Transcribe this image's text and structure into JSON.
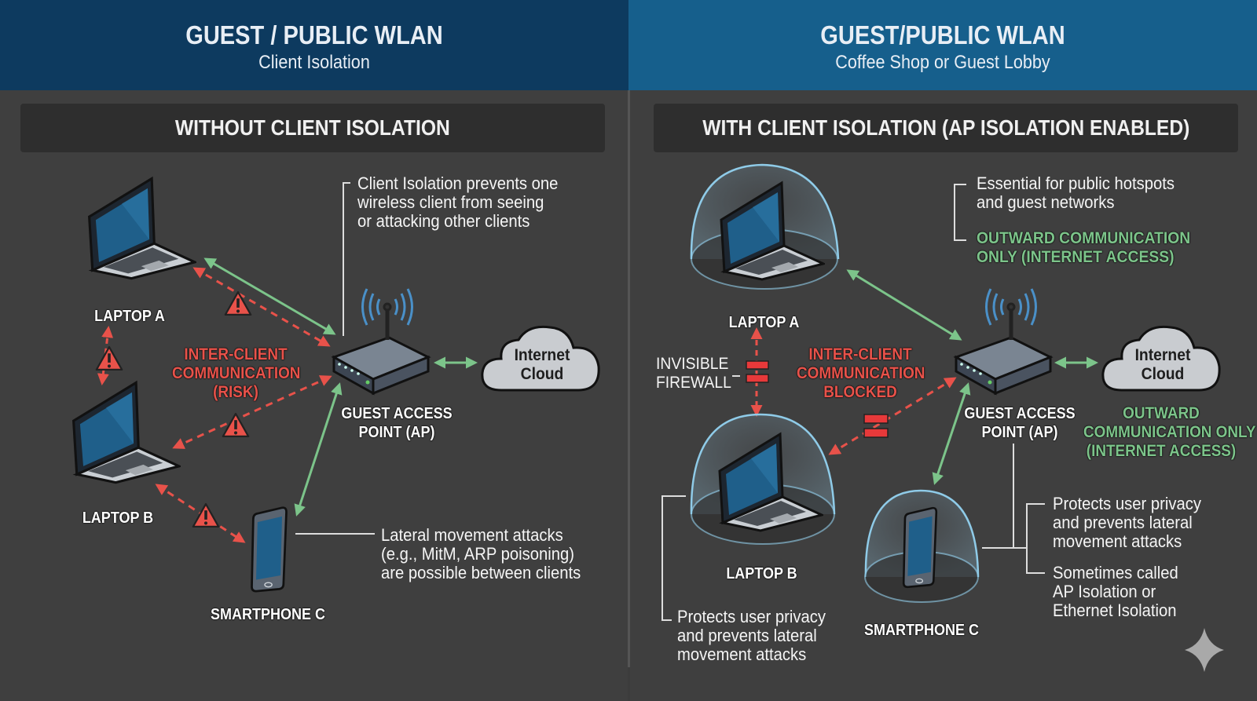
{
  "colors": {
    "left_header": "#0d3a5f",
    "right_header": "#165f8c",
    "risk_red": "#e8524a",
    "allowed_green": "#7cc48a",
    "background": "#3f3f3f"
  },
  "left": {
    "header": {
      "title": "GUEST / PUBLIC WLAN",
      "subtitle": "Client Isolation"
    },
    "section_title": "WITHOUT CLIENT ISOLATION",
    "devices": {
      "laptop_a": "LAPTOP A",
      "laptop_b": "LAPTOP B",
      "smartphone_c": "SMARTPHONE C",
      "access_point": [
        "GUEST ACCESS",
        "POINT (AP)"
      ],
      "cloud": [
        "Internet",
        "Cloud"
      ]
    },
    "risk_label": [
      "INTER-CLIENT",
      "COMMUNICATION",
      "(RISK)"
    ],
    "note_top": [
      "Client Isolation prevents one",
      "wireless client from seeing",
      "or attacking other clients"
    ],
    "note_bottom": [
      "Lateral movement attacks",
      "(e.g., MitM, ARP poisoning)",
      "are possible between clients"
    ],
    "icons": [
      "laptop-icon",
      "smartphone-icon",
      "router-icon",
      "wifi-icon",
      "cloud-icon",
      "warning-icon"
    ]
  },
  "right": {
    "header": {
      "title": "GUEST/PUBLIC WLAN",
      "subtitle": "Coffee Shop or Guest Lobby"
    },
    "section_title": "WITH CLIENT ISOLATION (AP ISOLATION ENABLED)",
    "devices": {
      "laptop_a": "LAPTOP A",
      "laptop_b": "LAPTOP B",
      "smartphone_c": "SMARTPHONE C",
      "access_point": [
        "GUEST ACCESS",
        "POINT (AP)"
      ],
      "cloud": [
        "Internet",
        "Cloud"
      ]
    },
    "firewall_label": [
      "INVISIBLE",
      "FIREWALL"
    ],
    "blocked_label": [
      "INTER-CLIENT",
      "COMMUNICATION",
      "BLOCKED"
    ],
    "outward_label": [
      "OUTWARD",
      "COMMUNICATION ONLY",
      "(INTERNET ACCESS)"
    ],
    "note_top": [
      "Essential for public hotspots",
      "and guest networks"
    ],
    "note_top_green": [
      "OUTWARD COMMUNICATION",
      "ONLY  (INTERNET ACCESS)"
    ],
    "note_privacy": [
      "Protects user privacy",
      "and prevents lateral",
      "movement attacks"
    ],
    "note_aka": [
      "Sometimes called",
      "AP Isolation or",
      "Ethernet Isolation"
    ],
    "note_bottom_left": [
      "Protects user privacy",
      "and prevents lateral",
      "movement attacks"
    ],
    "icons": [
      "laptop-icon",
      "smartphone-icon",
      "router-icon",
      "wifi-icon",
      "cloud-icon",
      "shield-dome-icon",
      "firewall-block-icon",
      "sparkle-icon"
    ]
  }
}
